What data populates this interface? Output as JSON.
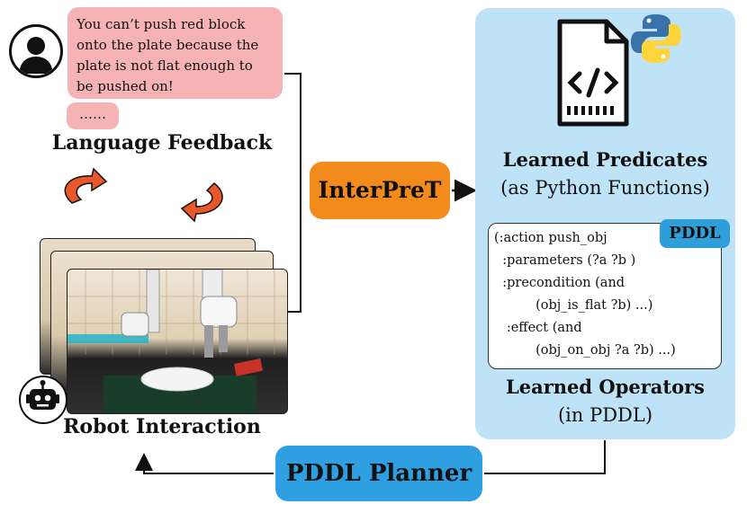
{
  "feedback": {
    "lines": [
      "You can’t push red block",
      "onto the plate because the",
      "plate is not flat enough to",
      "be pushed on!"
    ],
    "dots": "……",
    "label": "Language Feedback"
  },
  "robot": {
    "label": "Robot Interaction"
  },
  "interpret": {
    "label": "InterPreT"
  },
  "predicates": {
    "title": "Learned Predicates",
    "subtitle": "(as Python Functions)"
  },
  "pddl": {
    "badge": "PDDL",
    "code": [
      "(:action push_obj",
      "  :parameters (?a ?b )",
      "  :precondition (and",
      "          (obj_is_flat ?b) ...)",
      "   :effect (and",
      "          (obj_on_obj ?a ?b) ...)"
    ]
  },
  "operators": {
    "title": "Learned Operators",
    "subtitle": "(in PDDL)"
  },
  "planner": {
    "label": "PDDL Planner"
  },
  "icons": [
    "user-icon",
    "robot-icon",
    "code-file-icon",
    "python-logo-icon",
    "cycle-arrow-icon"
  ],
  "colors": {
    "feedback": "#f5b3b5",
    "interpret": "#f28a1c",
    "panel": "#bfe3f6",
    "planner": "#2e9fe0",
    "badge": "#2e9fd8",
    "cycle_arrows": "#e8582a"
  }
}
